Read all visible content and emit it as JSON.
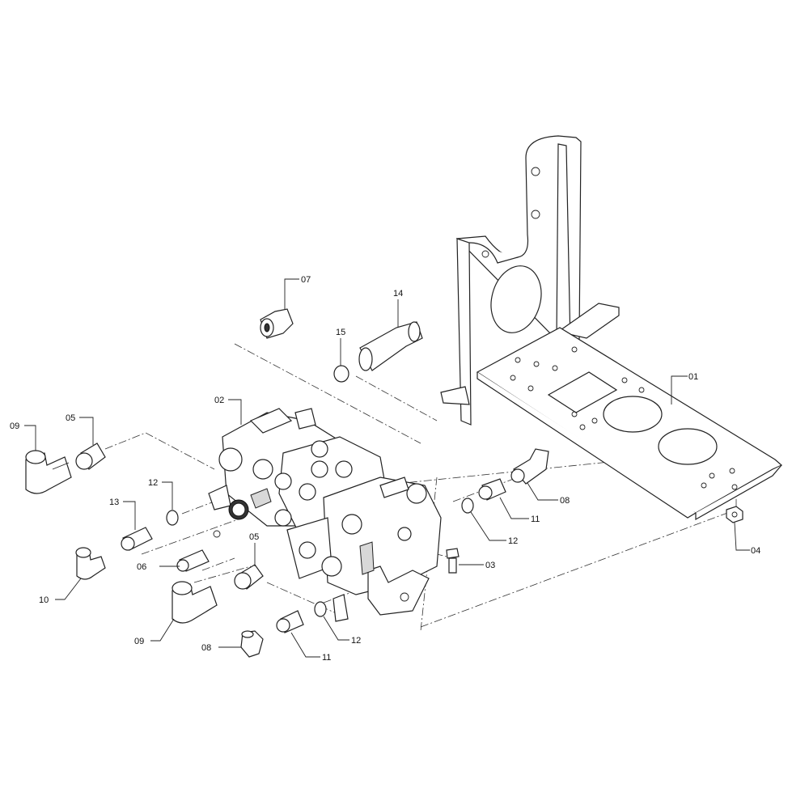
{
  "diagram": {
    "type": "exploded-parts-view",
    "callouts": [
      {
        "id": "01"
      },
      {
        "id": "02"
      },
      {
        "id": "03"
      },
      {
        "id": "04"
      },
      {
        "id": "05"
      },
      {
        "id": "05"
      },
      {
        "id": "06"
      },
      {
        "id": "07"
      },
      {
        "id": "08"
      },
      {
        "id": "08"
      },
      {
        "id": "09"
      },
      {
        "id": "09"
      },
      {
        "id": "10"
      },
      {
        "id": "11"
      },
      {
        "id": "11"
      },
      {
        "id": "12"
      },
      {
        "id": "12"
      },
      {
        "id": "12"
      },
      {
        "id": "13"
      },
      {
        "id": "14"
      },
      {
        "id": "15"
      }
    ]
  }
}
